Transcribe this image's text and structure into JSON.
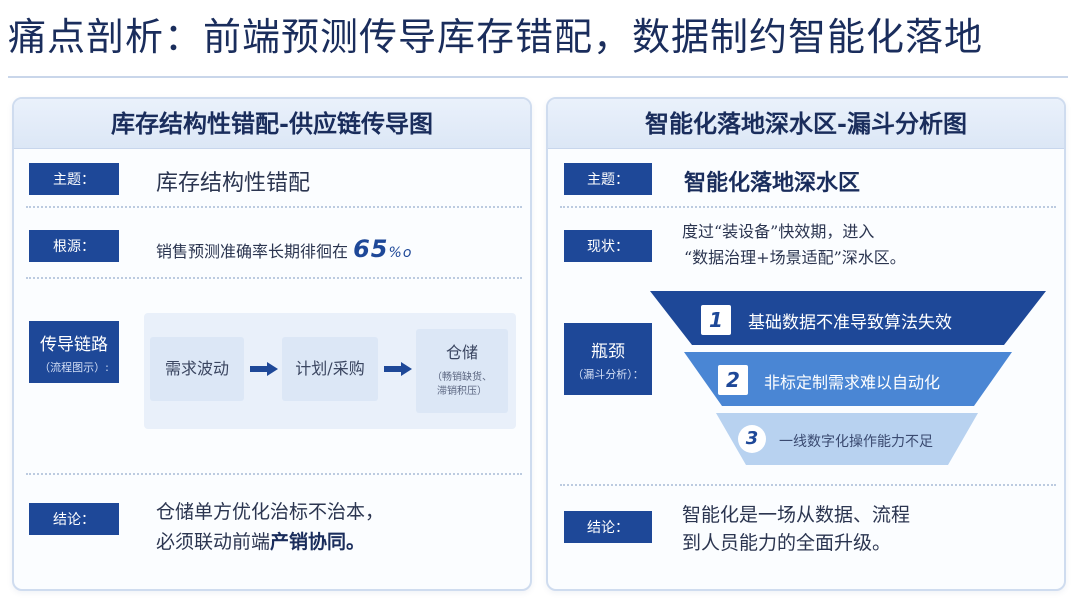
{
  "page_title": "痛点剖析：前端预测传导库存错配，数据制约智能化落地",
  "left_panel": {
    "header": "库存结构性错配-供应链传导图",
    "theme_tag": "主题：",
    "theme_text": "库存结构性错配",
    "source_tag": "根源：",
    "source_text": "销售预测准确率长期徘徊在",
    "source_value": "65",
    "source_unit": "%o",
    "chain_tag_main": "传导链路",
    "chain_tag_sub": "（流程图示）:",
    "flow_steps": [
      "需求波动",
      "计划/采购",
      "仓储"
    ],
    "flow_note_line1": "（畅销缺货、",
    "flow_note_line2": "滞销积压）",
    "conclusion_tag": "结论：",
    "conclusion_line1": "仓储单方优化治标不治本，",
    "conclusion_line2_prefix": "必须联动前端",
    "conclusion_line2_bold": "产销协同。"
  },
  "right_panel": {
    "header": "智能化落地深水区-漏斗分析图",
    "theme_tag": "主题：",
    "theme_text": "智能化落地深水区",
    "status_tag": "现状：",
    "status_line1": "度过“装设备”快效期，进入",
    "status_line2": "“数据治理+场景适配”深水区。",
    "bottleneck_tag_main": "瓶颈",
    "bottleneck_tag_sub": "（漏斗分析）：",
    "funnel_items": [
      {
        "number": "1",
        "label": "基础数据不准导致算法失效"
      },
      {
        "number": "2",
        "label": "非标定制需求难以自动化"
      },
      {
        "number": "3",
        "label": "一线数字化操作能力不足"
      }
    ],
    "conclusion_tag": "结论：",
    "conclusion_line1": "智能化是一场从数据、流程",
    "conclusion_line2": "到人员能力的全面升级。"
  },
  "colors": {
    "accent": "#1e4898",
    "funnel_1": "#1e4898",
    "funnel_2": "#4a86d4",
    "funnel_3": "#b8d2f0"
  }
}
